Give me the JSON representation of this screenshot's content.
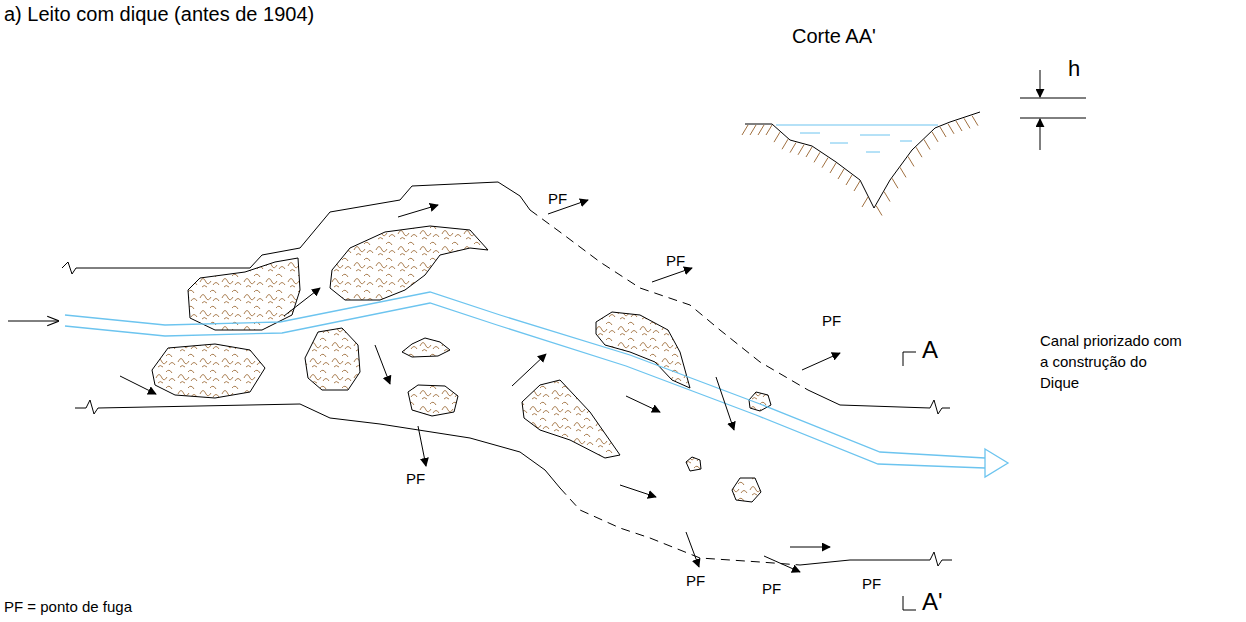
{
  "diagram": {
    "title": "a) Leito com dique (antes de 1904)",
    "labels": [
      "Corte AA'",
      "h",
      "PF",
      "PF",
      "PF",
      "PF",
      "PF",
      "PF",
      "PF",
      "A",
      "A'",
      "Canal priorizado com a construção do Dique",
      "PF = ponto de fuga"
    ]
  }
}
